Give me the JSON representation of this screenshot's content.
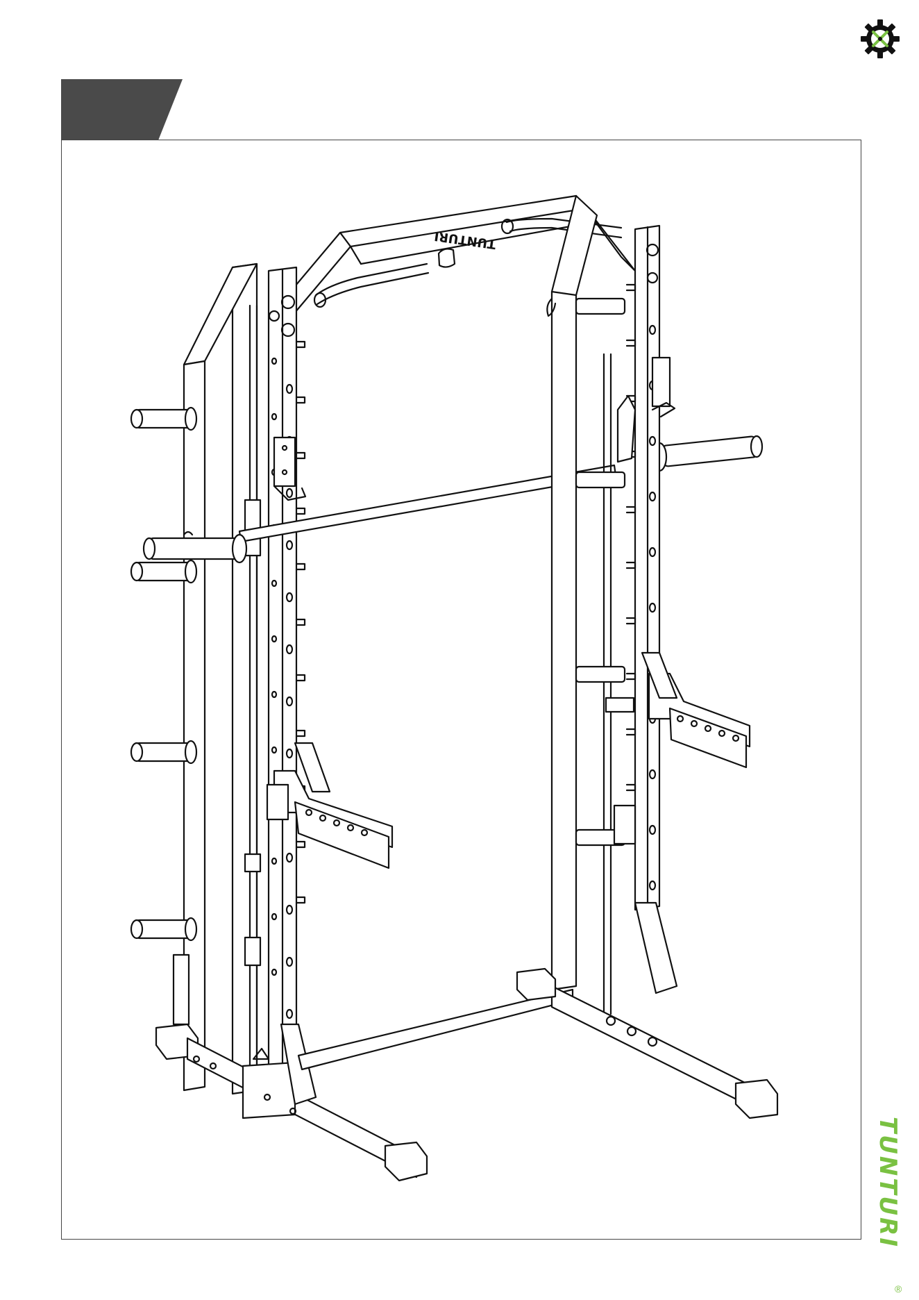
{
  "branding": {
    "name": "TUNTURI",
    "registered_mark": "®",
    "color": "#7ac142"
  },
  "icons": {
    "tools": "gear-with-wrench-screwdriver-icon"
  },
  "section_tab": {
    "color": "#4a4a4a"
  },
  "drawing": {
    "subject": "half-rack-smith-machine-line-drawing",
    "embossed_label": "TUNTURI"
  }
}
